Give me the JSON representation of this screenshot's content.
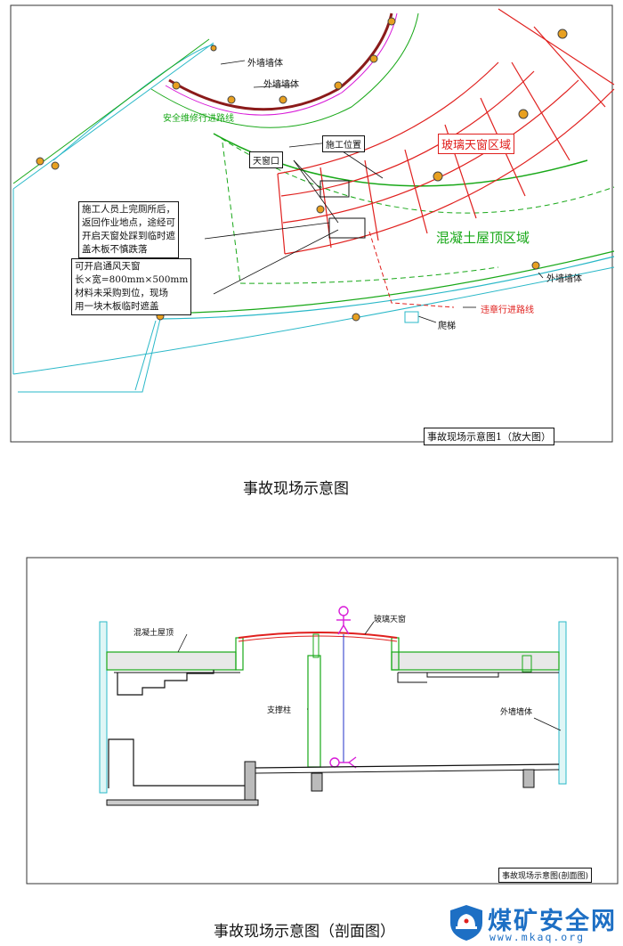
{
  "figure1": {
    "title_box": "事故现场示意图1（放大图）",
    "caption": "事故现场示意图",
    "labels": {
      "outer_wall_1": "外墙墙体",
      "outer_wall_2": "外墙墙体",
      "outer_wall_3": "外墙墙体",
      "safe_route": "安全维修行进路线",
      "construction_position": "施工位置",
      "skylight_opening": "天窗口",
      "glass_skylight_area": "玻璃天窗区域",
      "concrete_roof_area": "混凝土屋顶区域",
      "violation_route": "违章行进路线",
      "ladder": "爬梯"
    },
    "note_1": "施工人员上完厕所后，\n返回作业地点，途经可\n开启天窗处踩到临时遮\n盖木板不慎跌落",
    "note_2": "可开启通风天窗\n长×宽=800mm×500mm\n材料未采购到位，现场\n用一块木板临时遮盖"
  },
  "figure2": {
    "title_box": "事故现场示意图(剖面图)",
    "caption": "事故现场示意图（剖面图）",
    "labels": {
      "concrete_roof": "混凝土屋顶",
      "glass_skylight": "玻璃天窗",
      "support_column": "支撑柱",
      "outer_wall": "外墙墙体"
    }
  },
  "logo": {
    "title": "煤矿安全网",
    "url": "www.mkaq.org"
  },
  "colors": {
    "red": "#e0201e",
    "green": "#18a818",
    "cyan": "#2ab8c8",
    "magenta": "#d81bd8",
    "blue": "#2030c8",
    "brand_blue": "#1d6fc4"
  }
}
